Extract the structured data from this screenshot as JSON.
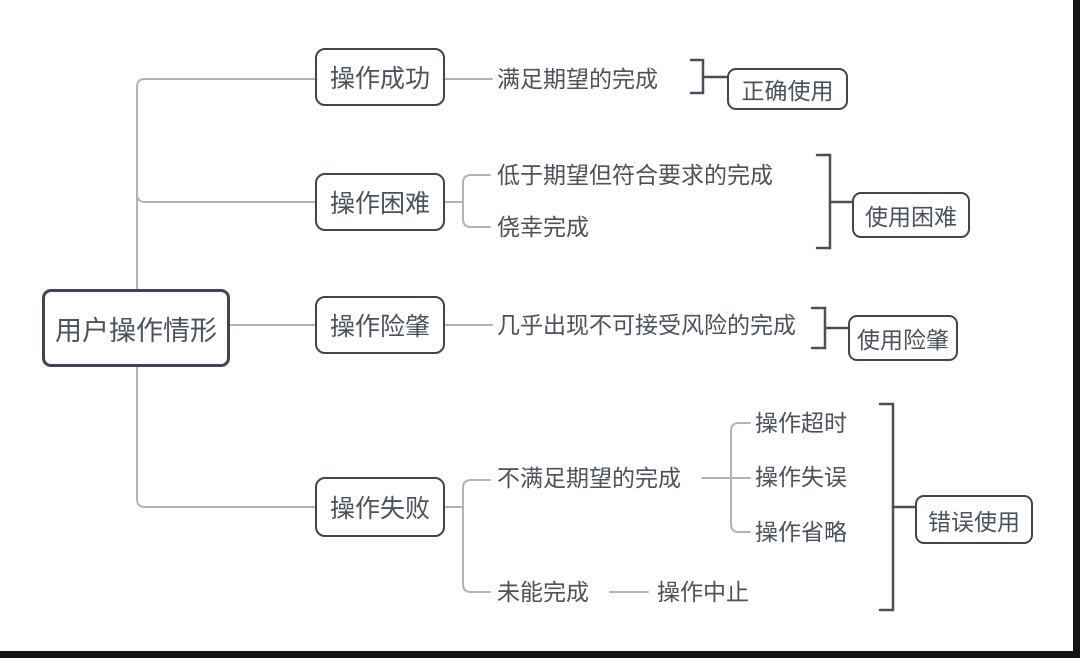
{
  "diagram": {
    "type": "mindmap",
    "root": {
      "label": "用户操作情形"
    },
    "branches": [
      {
        "label": "操作成功",
        "children": [
          {
            "label": "满足期望的完成"
          }
        ],
        "summary": {
          "label": "正确使用"
        }
      },
      {
        "label": "操作困难",
        "children": [
          {
            "label": "低于期望但符合要求的完成"
          },
          {
            "label": "侥幸完成"
          }
        ],
        "summary": {
          "label": "使用困难"
        }
      },
      {
        "label": "操作险肇",
        "children": [
          {
            "label": "几乎出现不可接受风险的完成"
          }
        ],
        "summary": {
          "label": "使用险肇"
        }
      },
      {
        "label": "操作失败",
        "children": [
          {
            "label": "不满足期望的完成",
            "children": [
              {
                "label": "操作超时"
              },
              {
                "label": "操作失误"
              },
              {
                "label": "操作省略"
              }
            ]
          },
          {
            "label": "未能完成",
            "children": [
              {
                "label": "操作中止"
              }
            ]
          }
        ],
        "summary": {
          "label": "错误使用"
        }
      }
    ],
    "colors": {
      "background": "#ffffff",
      "box_border": "#3d4651",
      "text": "#4b525b",
      "tree_line": "#b4b4b4",
      "summary_bracket": "#4a505a",
      "screen_edge_bar": "#131518"
    }
  }
}
